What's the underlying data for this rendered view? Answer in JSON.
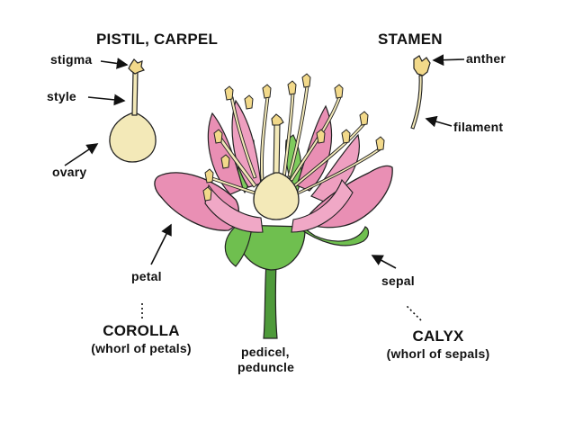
{
  "headings": {
    "pistil_carpel": "PISTIL, CARPEL",
    "stamen": "STAMEN"
  },
  "labels": {
    "stigma": "stigma",
    "style": "style",
    "ovary": "ovary",
    "anther": "anther",
    "filament": "filament",
    "petal": "petal",
    "sepal": "sepal",
    "pedicel": "pedicel,",
    "peduncle": "peduncle"
  },
  "groups": {
    "corolla": {
      "title": "COROLLA",
      "subtitle": "(whorl of petals)"
    },
    "calyx": {
      "title": "CALYX",
      "subtitle": "(whorl of sepals)"
    }
  },
  "colors": {
    "petal": "#e98fb4",
    "petal_dark": "#c85a8a",
    "sepal": "#6fbf4f",
    "stem": "#4e9a3a",
    "pistil": "#f3e9b8",
    "anther": "#f2d98a",
    "outline": "#222222"
  }
}
